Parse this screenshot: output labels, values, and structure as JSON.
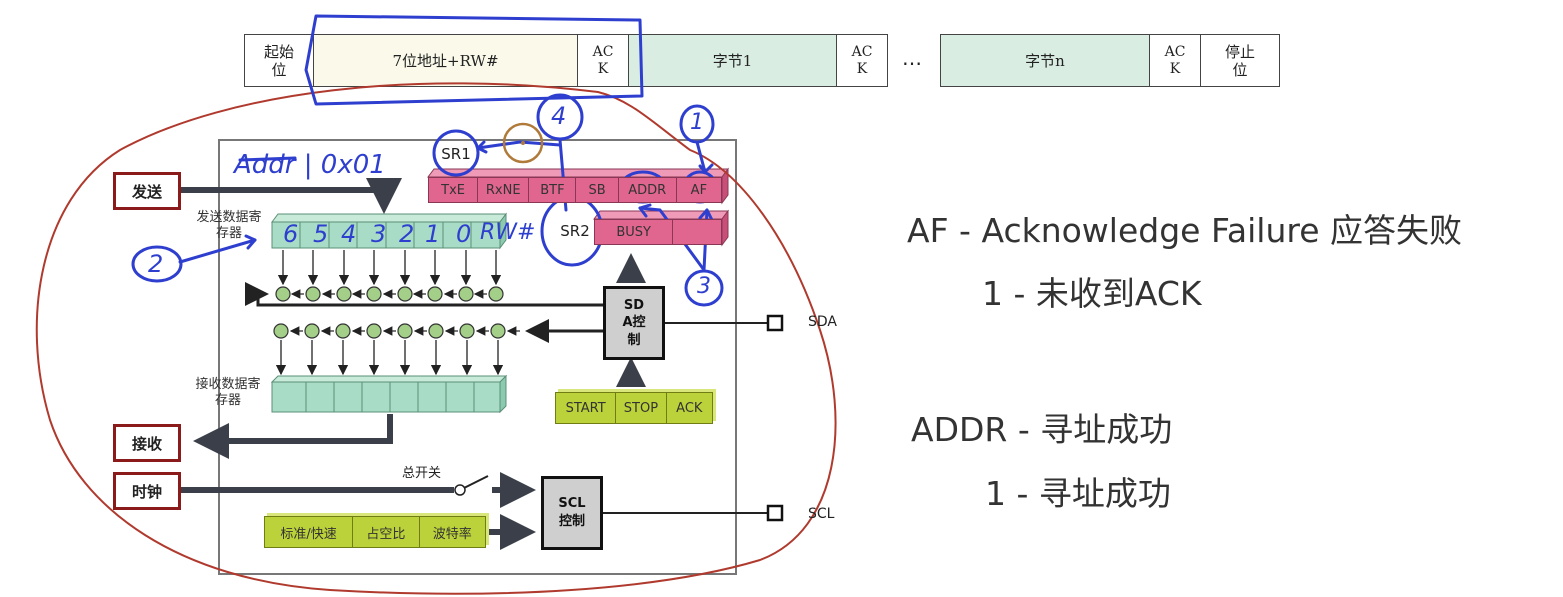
{
  "frame_sequence": {
    "start": "起始位",
    "address": "7位地址+RW#",
    "ack": "ACK",
    "byte1": "字节1",
    "ellipsis": "…",
    "byten": "字节n",
    "stop": "停止位"
  },
  "blocks": {
    "send": "发送",
    "receive": "接收",
    "clock": "时钟",
    "tx_register": "发送数据寄存器",
    "rx_register": "接收数据寄存器",
    "sr1": "SR1",
    "sr2": "SR2",
    "sr1_bits": [
      "TxE",
      "RxNE",
      "BTF",
      "SB",
      "ADDR",
      "AF"
    ],
    "sr2_bits": [
      "BUSY",
      ""
    ],
    "sda_control": "SDA控制",
    "scl_control": "SCL控制",
    "sda_pin": "SDA",
    "scl_pin": "SCL",
    "master_switch": "总开关",
    "control_bits": [
      "START",
      "STOP",
      "ACK"
    ],
    "clock_settings": [
      "标准/快速",
      "占空比",
      "波特率"
    ]
  },
  "annotations": {
    "addr_note": "Addr | 0x01",
    "tx_bits": [
      "6",
      "5",
      "4",
      "3",
      "2",
      "1",
      "0",
      "RW#"
    ],
    "circle_1": "1",
    "circle_2": "2",
    "circle_3": "3",
    "circle_4": "4"
  },
  "explanation": {
    "af_title": "AF - Acknowledge Failure 应答失败",
    "af_value": "1 - 未收到ACK",
    "addr_title": "ADDR - 寻址成功",
    "addr_value": "1 - 寻址成功"
  },
  "colors": {
    "sr_pink": "#e0668f",
    "register_teal": "#a9dcc6",
    "control_green": "#bcd23a",
    "annotation_blue": "#2e3fcf",
    "outline_red": "#b03a2e"
  }
}
